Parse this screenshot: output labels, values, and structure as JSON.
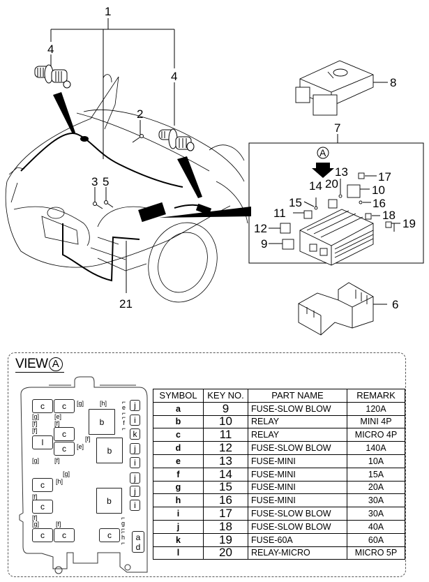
{
  "diagram": {
    "callouts": {
      "c1": "1",
      "c2": "2",
      "c3": "3",
      "c4a": "4",
      "c4b": "4",
      "c5": "5",
      "c6": "6",
      "c7": "7",
      "c8": "8",
      "c9": "9",
      "c10": "10",
      "c11": "11",
      "c12": "12",
      "c13": "13",
      "c14": "14",
      "c15": "15",
      "c16": "16",
      "c17": "17",
      "c18": "18",
      "c19": "19",
      "c20": "20",
      "c21": "21"
    },
    "view_marker": "A",
    "icons": {
      "view-arrow": "down-arrow-icon"
    }
  },
  "view_a": {
    "title": "VIEW",
    "marker": "A",
    "fuse_box_slots": {
      "c1": "c",
      "c2": "c",
      "l1": "l",
      "c3": "c",
      "c4": "c",
      "b1": "b",
      "b2": "b",
      "j1": "j",
      "i1": "i",
      "k1": "k",
      "j2": "j",
      "i2": "i",
      "j3": "j",
      "j4": "j",
      "i3": "i",
      "c5": "c",
      "c6": "c",
      "b3": "b",
      "c7": "c",
      "c8": "c",
      "c9": "c",
      "a1": "a",
      "d1": "d"
    },
    "fuse_labels": {
      "g1": "g",
      "h1": "h",
      "e1": "e",
      "f1": "f",
      "g2": "g",
      "e2": "e",
      "f2": "f",
      "f3": "f",
      "f4": "f",
      "f5": "f",
      "e3": "e",
      "g3": "g",
      "f6": "f",
      "g4": "g",
      "h2": "h",
      "f7": "f",
      "f8": "f",
      "g5": "g",
      "f9": "f",
      "g6": "g",
      "h3": "h"
    }
  },
  "parts_table": {
    "headers": [
      "SYMBOL",
      "KEY NO.",
      "PART NAME",
      "REMARK"
    ],
    "rows": [
      {
        "symbol": "a",
        "key": "9",
        "name": "FUSE-SLOW BLOW",
        "remark": "120A"
      },
      {
        "symbol": "b",
        "key": "10",
        "name": "RELAY",
        "remark": "MINI 4P"
      },
      {
        "symbol": "c",
        "key": "11",
        "name": "RELAY",
        "remark": "MICRO 4P"
      },
      {
        "symbol": "d",
        "key": "12",
        "name": "FUSE-SLOW BLOW",
        "remark": "140A"
      },
      {
        "symbol": "e",
        "key": "13",
        "name": "FUSE-MINI",
        "remark": "10A"
      },
      {
        "symbol": "f",
        "key": "14",
        "name": "FUSE-MINI",
        "remark": "15A"
      },
      {
        "symbol": "g",
        "key": "15",
        "name": "FUSE-MINI",
        "remark": "20A"
      },
      {
        "symbol": "h",
        "key": "16",
        "name": "FUSE-MINI",
        "remark": "30A"
      },
      {
        "symbol": "i",
        "key": "17",
        "name": "FUSE-SLOW BLOW",
        "remark": "30A"
      },
      {
        "symbol": "j",
        "key": "18",
        "name": "FUSE-SLOW BLOW",
        "remark": "40A"
      },
      {
        "symbol": "k",
        "key": "19",
        "name": "FUSE-60A",
        "remark": "60A"
      },
      {
        "symbol": "l",
        "key": "20",
        "name": "RELAY-MICRO",
        "remark": "MICRO 5P"
      }
    ]
  }
}
